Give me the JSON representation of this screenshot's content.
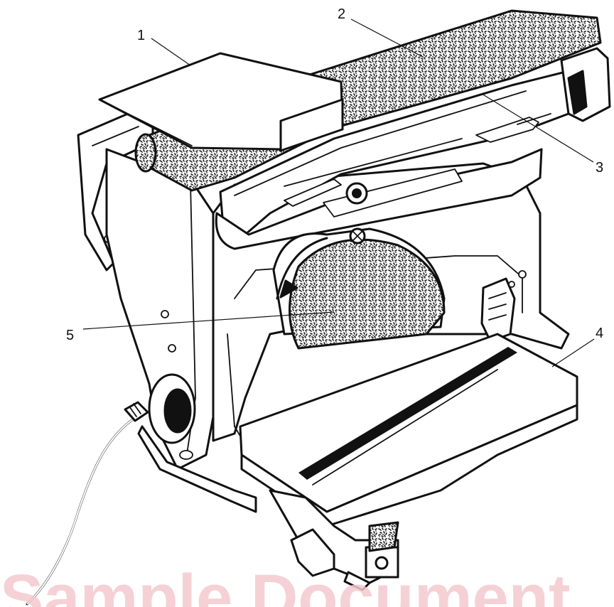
{
  "callouts": [
    {
      "number": "1",
      "part": "work table (belt)"
    },
    {
      "number": "2",
      "part": "sanding belt"
    },
    {
      "number": "3",
      "part": "belt frame"
    },
    {
      "number": "4",
      "part": "work table (disc)"
    },
    {
      "number": "5",
      "part": "sanding disc"
    }
  ],
  "watermark_text": "Sample Document",
  "colors": {
    "ink": "#111111",
    "paper": "#ffffff",
    "abrasive": "#2a2a2a",
    "watermark": "#f4c9cf"
  }
}
